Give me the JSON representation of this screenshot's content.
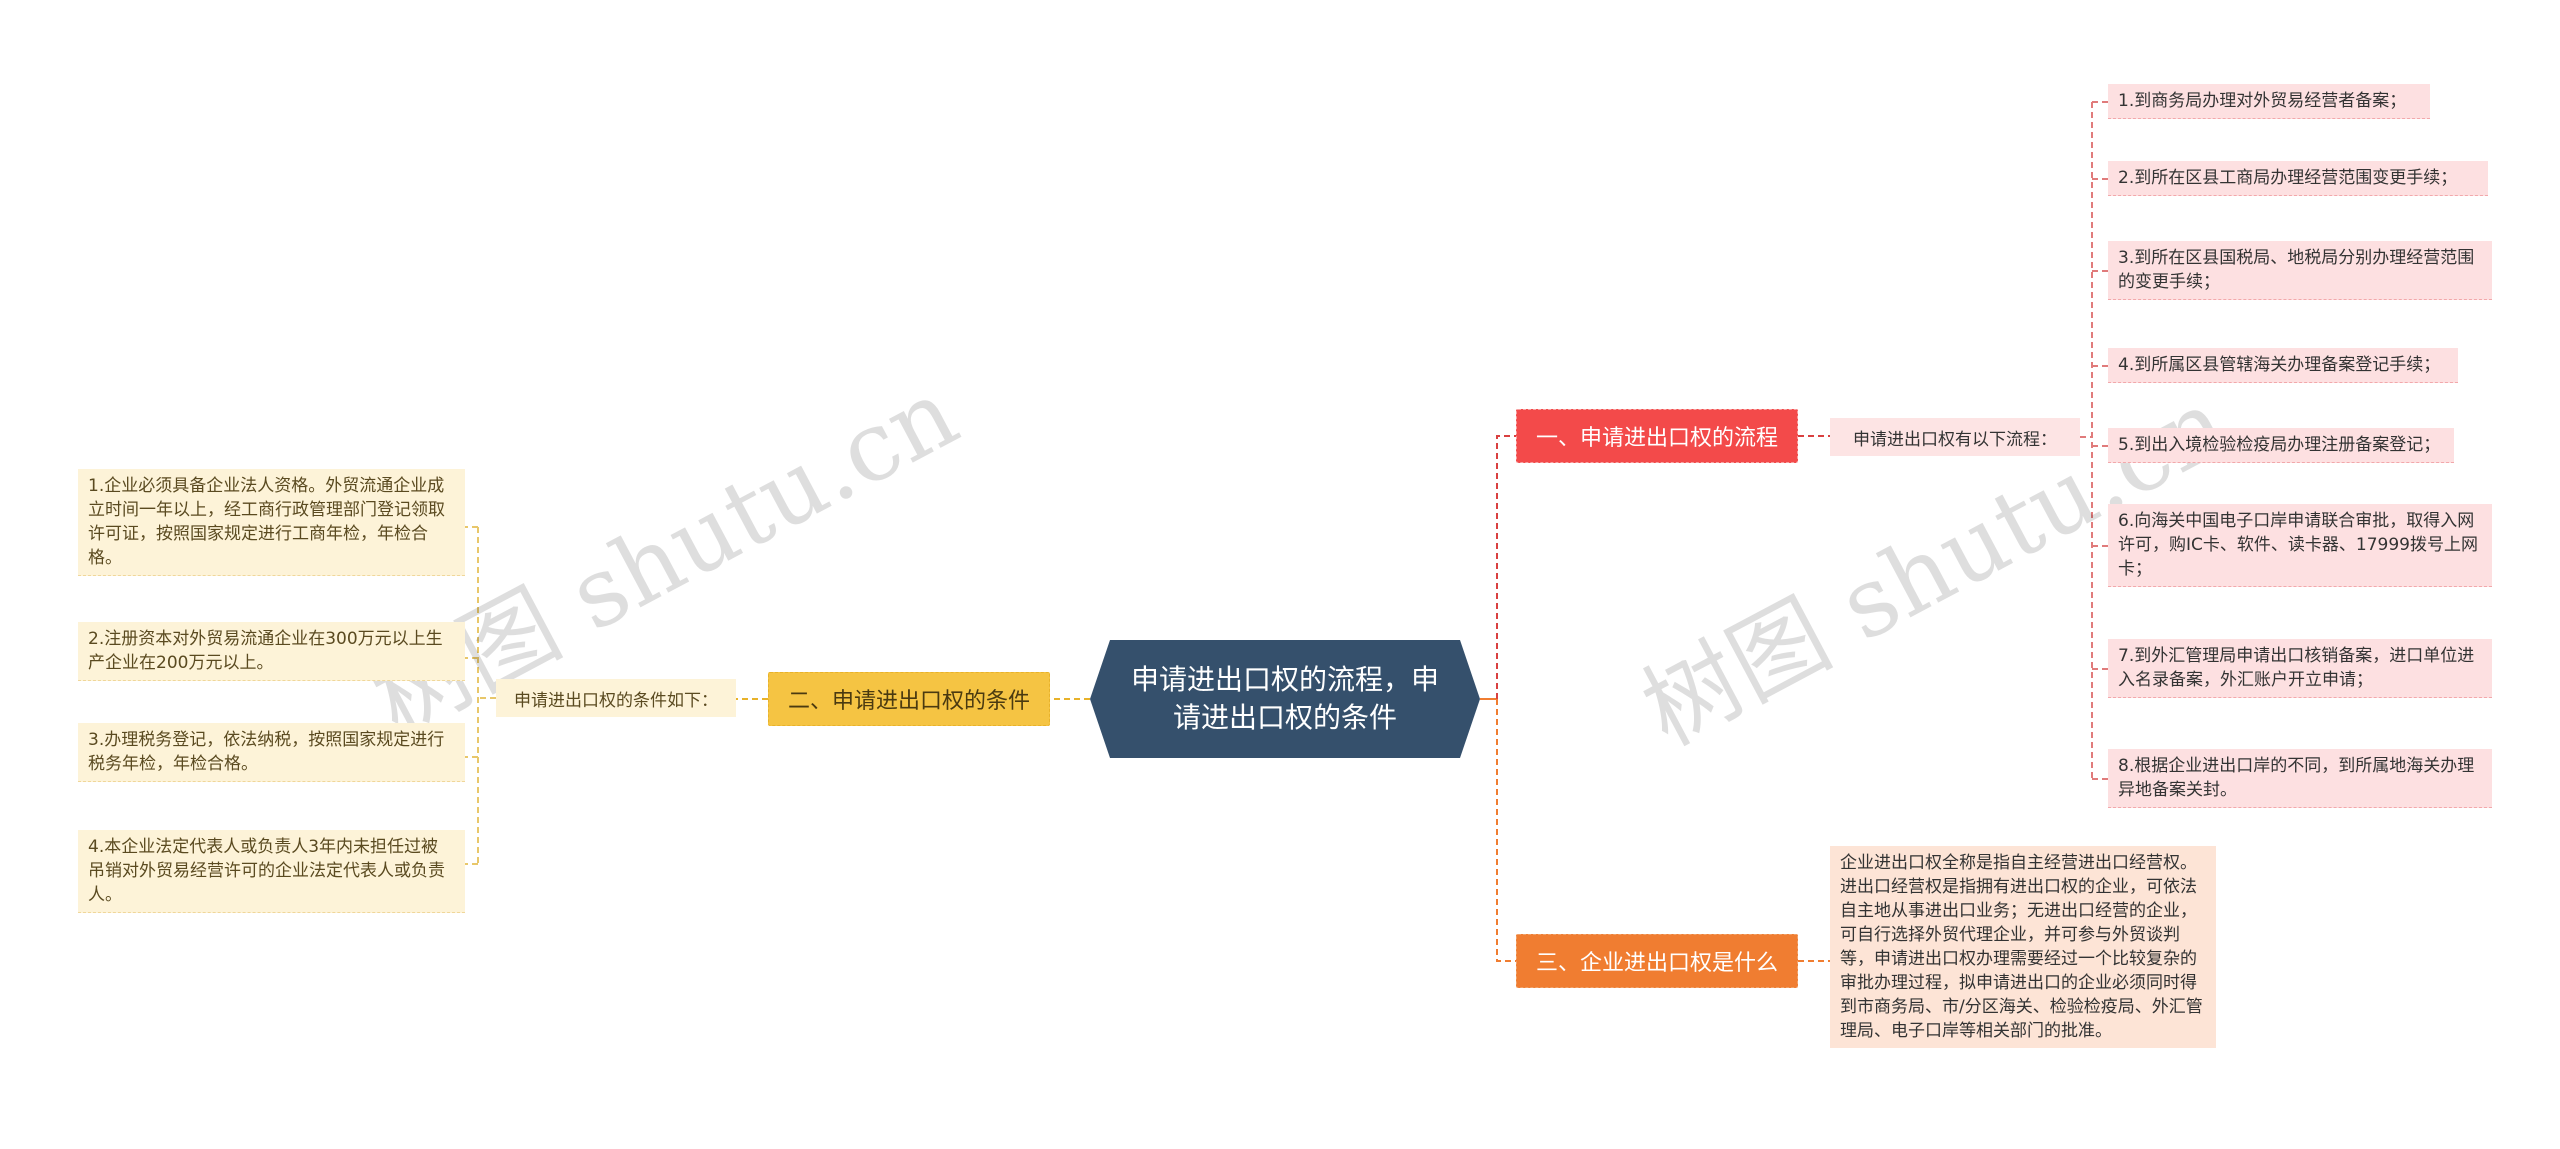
{
  "root": {
    "title": "申请进出口权的流程，申请进出口权的条件"
  },
  "branches": {
    "process": {
      "label": "一、申请进出口权的流程",
      "intro": "申请进出口权有以下流程：",
      "steps": [
        "1.到商务局办理对外贸易经营者备案；",
        "2.到所在区县工商局办理经营范围变更手续；",
        "3.到所在区县国税局、地税局分别办理经营范围的变更手续；",
        "4.到所属区县管辖海关办理备案登记手续；",
        "5.到出入境检验检疫局办理注册备案登记；",
        "6.向海关中国电子口岸申请联合审批，取得入网许可，购IC卡、软件、读卡器、17999拨号上网卡；",
        "7.到外汇管理局申请出口核销备案，进口单位进入名录备案，外汇账户开立申请；",
        "8.根据企业进出口岸的不同，到所属地海关办理异地备案关封。"
      ]
    },
    "conditions": {
      "label": "二、申请进出口权的条件",
      "intro": "申请进出口权的条件如下：",
      "items": [
        "1.企业必须具备企业法人资格。外贸流通企业成立时间一年以上，经工商行政管理部门登记领取许可证，按照国家规定进行工商年检，年检合格。",
        "2.注册资本对外贸易流通企业在300万元以上生产企业在200万元以上。",
        "3.办理税务登记，依法纳税，按照国家规定进行税务年检，年检合格。",
        "4.本企业法定代表人或负责人3年内未担任过被吊销对外贸易经营许可的企业法定代表人或负责人。"
      ]
    },
    "definition": {
      "label": "三、企业进出口权是什么",
      "text": "企业进出口权全称是指自主经营进出口经营权。进出口经营权是指拥有进出口权的企业，可依法自主地从事进出口业务；无进出口经营的企业，可自行选择外贸代理企业，并可参与外贸谈判等，申请进出口权办理需要经过一个比较复杂的审批办理过程，拟申请进出口的企业必须同时得到市商务局、市/分区海关、检验检疫局、外汇管理局、电子口岸等相关部门的批准。"
    }
  },
  "watermark": "树图 shutu.cn",
  "colors": {
    "root": "#35506c",
    "branch_process": "#f34a4a",
    "branch_conditions": "#f5c443",
    "branch_definition": "#f07d31"
  }
}
